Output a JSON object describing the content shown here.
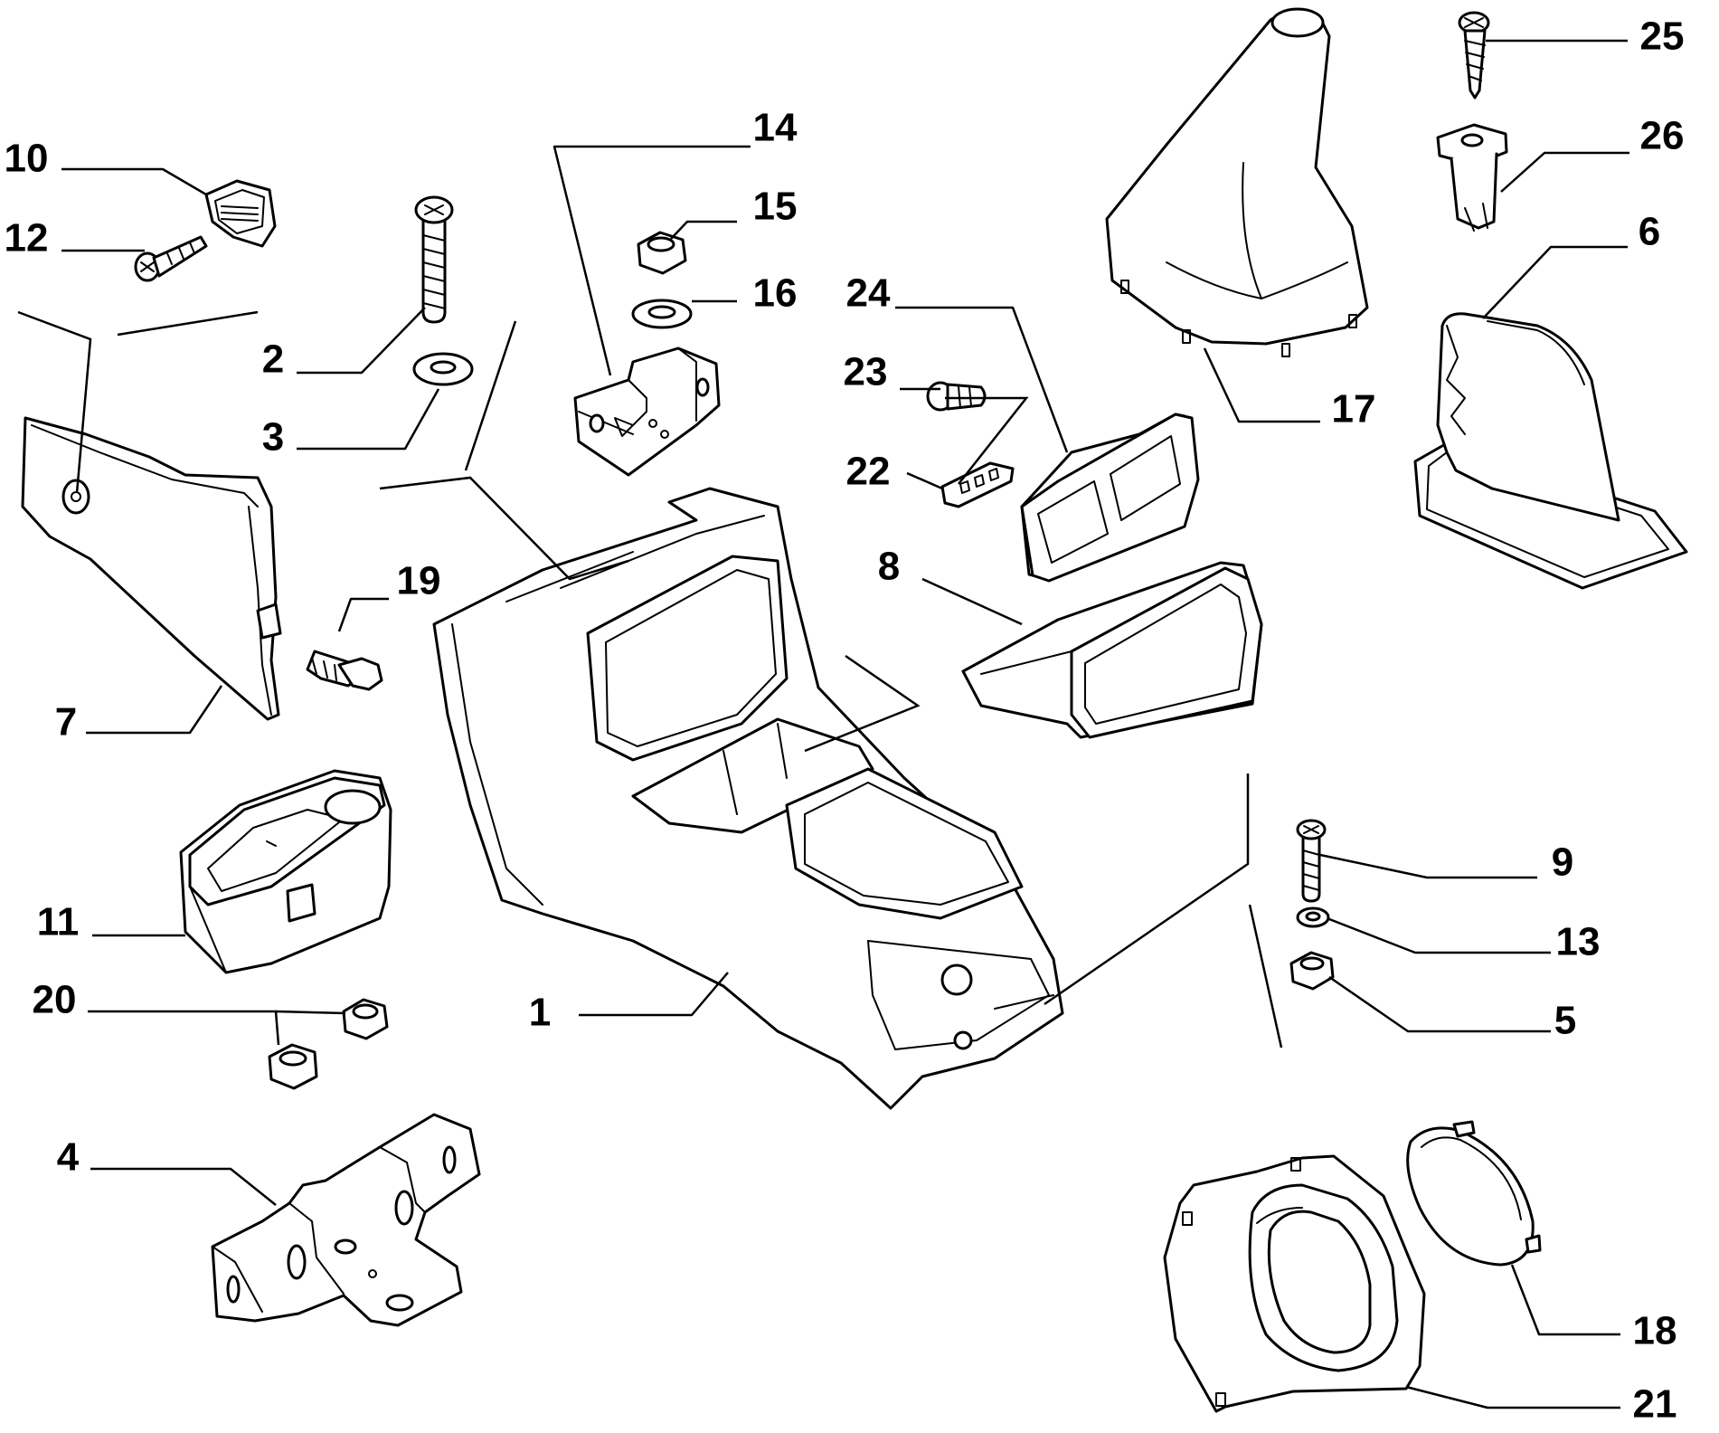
{
  "callouts": [
    {
      "id": "p1",
      "label": "1"
    },
    {
      "id": "p2",
      "label": "2"
    },
    {
      "id": "p3",
      "label": "3"
    },
    {
      "id": "p4",
      "label": "4"
    },
    {
      "id": "p5",
      "label": "5"
    },
    {
      "id": "p6",
      "label": "6"
    },
    {
      "id": "p7",
      "label": "7"
    },
    {
      "id": "p8",
      "label": "8"
    },
    {
      "id": "p9",
      "label": "9"
    },
    {
      "id": "p10",
      "label": "10"
    },
    {
      "id": "p11",
      "label": "11"
    },
    {
      "id": "p12",
      "label": "12"
    },
    {
      "id": "p13",
      "label": "13"
    },
    {
      "id": "p14",
      "label": "14"
    },
    {
      "id": "p15",
      "label": "15"
    },
    {
      "id": "p16",
      "label": "16"
    },
    {
      "id": "p17",
      "label": "17"
    },
    {
      "id": "p18",
      "label": "18"
    },
    {
      "id": "p19",
      "label": "19"
    },
    {
      "id": "p20",
      "label": "20"
    },
    {
      "id": "p21",
      "label": "21"
    },
    {
      "id": "p22",
      "label": "22"
    },
    {
      "id": "p23",
      "label": "23"
    },
    {
      "id": "p24",
      "label": "24"
    },
    {
      "id": "p25",
      "label": "25"
    },
    {
      "id": "p26",
      "label": "26"
    }
  ]
}
